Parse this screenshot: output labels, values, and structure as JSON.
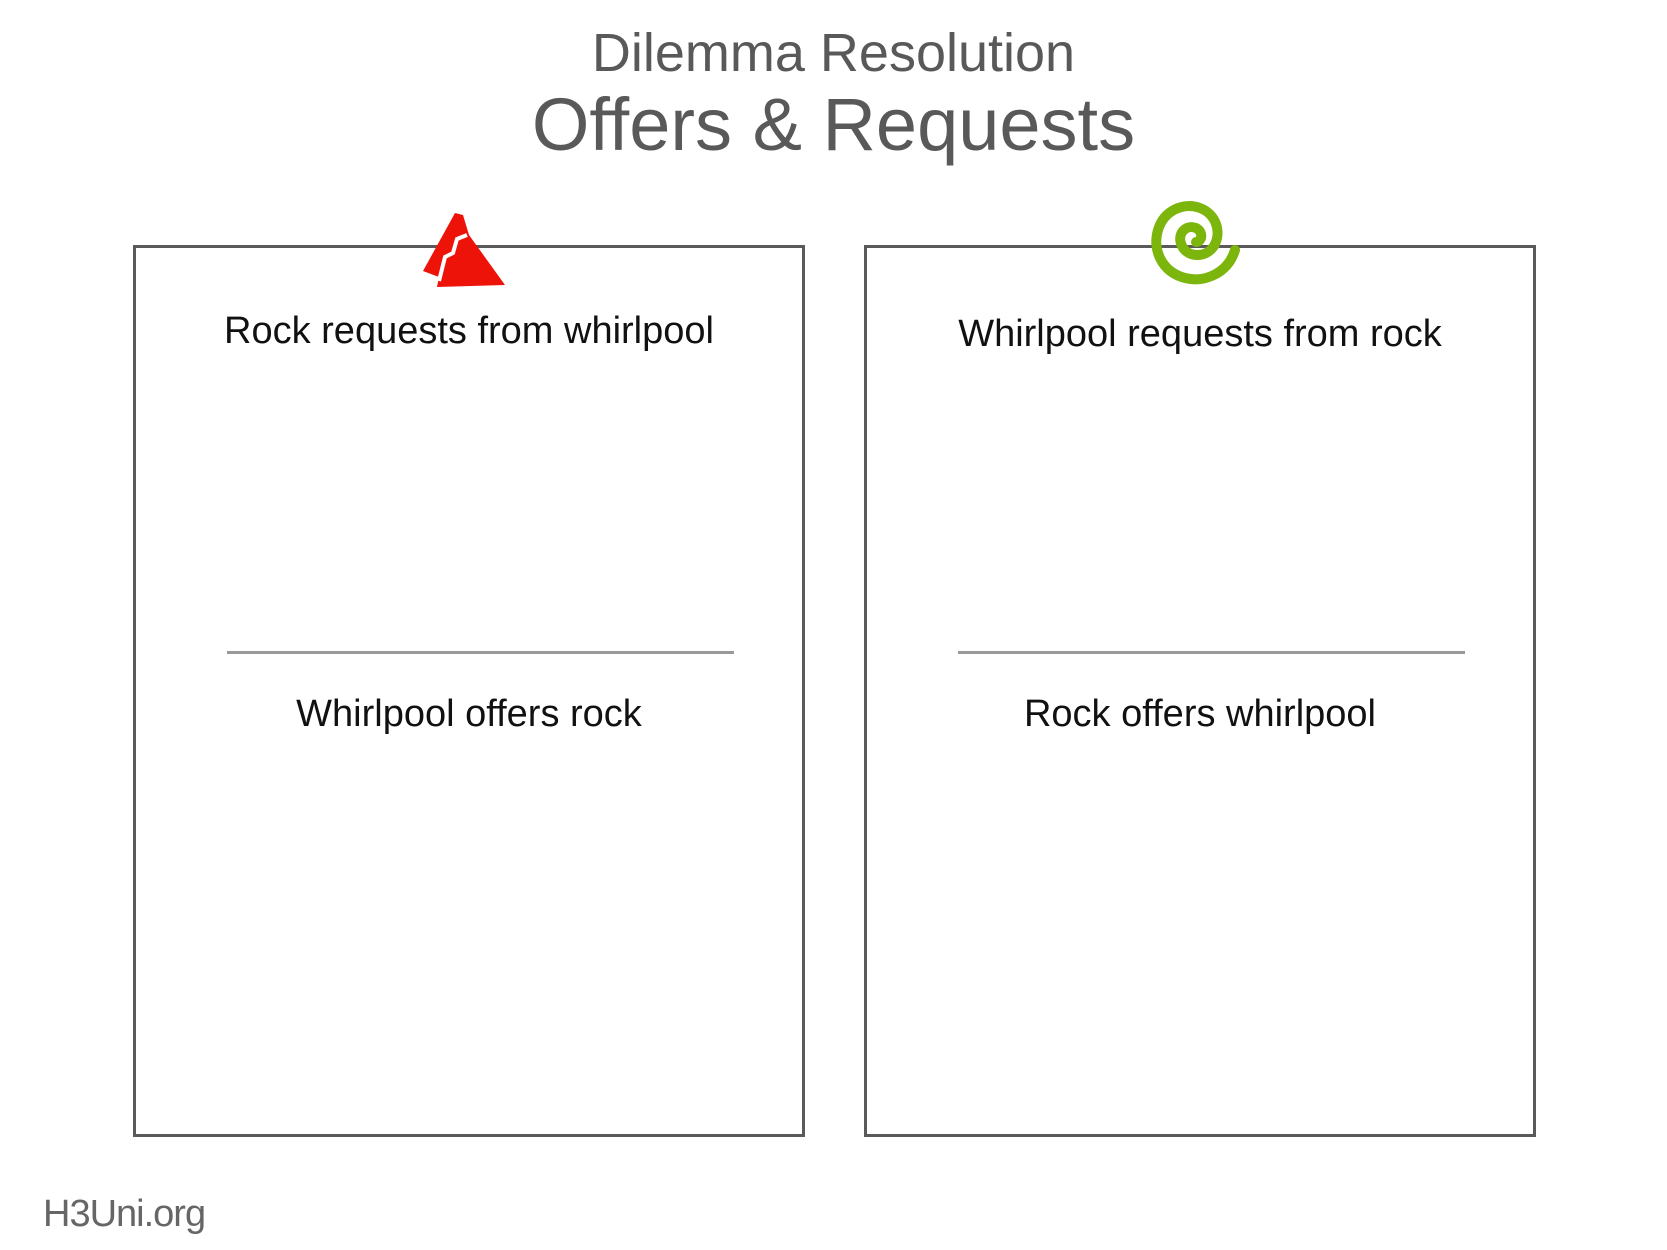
{
  "title": {
    "line1": "Dilemma Resolution",
    "line2": "Offers & Requests"
  },
  "panels": [
    {
      "icon": "rock-icon",
      "color": "#ee1308",
      "request": "Rock requests from whirlpool",
      "offer": "Whirlpool offers rock"
    },
    {
      "icon": "whirlpool-icon",
      "color": "#7cb50c",
      "request": "Whirlpool requests from rock",
      "offer": "Rock offers whirlpool"
    }
  ],
  "footer": {
    "logo": "H3Uni.org"
  }
}
